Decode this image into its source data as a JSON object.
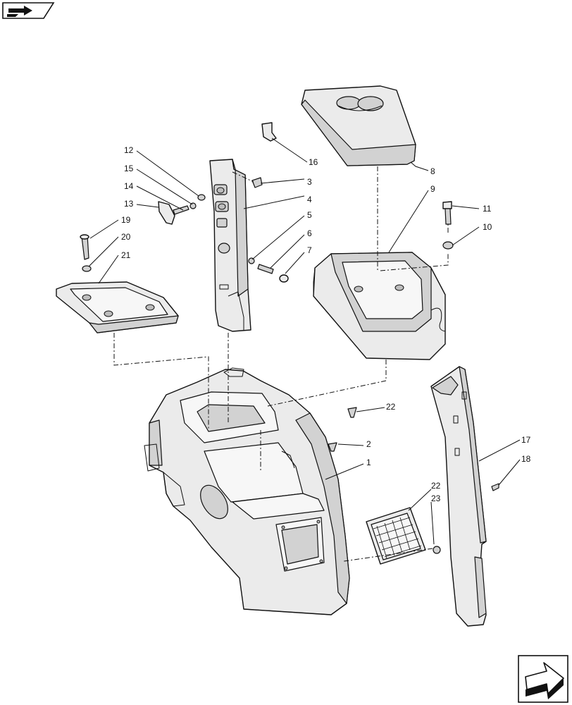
{
  "callouts": {
    "c1": "1",
    "c2": "2",
    "c3": "3",
    "c4": "4",
    "c5": "5",
    "c6": "6",
    "c7": "7",
    "c8": "8",
    "c9": "9",
    "c10": "10",
    "c11": "11",
    "c12": "12",
    "c13": "13",
    "c14": "14",
    "c15": "15",
    "c16": "16",
    "c17": "17",
    "c18": "18",
    "c19": "19",
    "c20": "20",
    "c21": "21",
    "c22a": "22",
    "c22b": "22",
    "c23": "23"
  },
  "icons": {
    "top_left": "book-arrow-icon",
    "bottom_right": "next-page-arrow-icon"
  },
  "colors": {
    "ink": "#111111",
    "part_fill": "#ebebeb",
    "shadow_fill": "#d2d2d2"
  }
}
